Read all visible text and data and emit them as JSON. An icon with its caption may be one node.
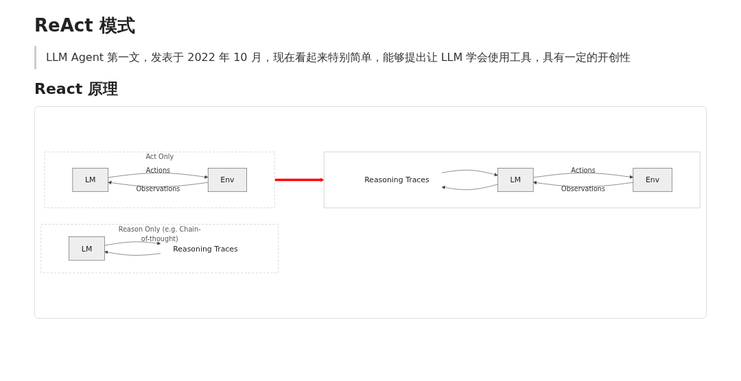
{
  "diagram": {
    "title": "ReAct 模式",
    "nodes": [
      {
        "text": [
          "Reason Only (e.g. Chain-of-thought)"
        ]
      },
      {
        "text": [
          "LM"
        ],
        "in": 0
      },
      {
        "text": [
          "Reasoning Traces"
        ],
        "in": 0
      },
      {
        "text": [
          "Act Only"
        ]
      },
      {
        "text": [
          "LM"
        ],
        "in": 3
      },
      {
        "text": [
          "Env"
        ],
        "in": 3
      },
      {
        "text": [],
        "shape": "box"
      },
      {
        "text": [
          "Reasoning Traces"
        ],
        "in": 6
      },
      {
        "text": [
          "LM"
        ],
        "in": 6
      },
      {
        "text": [
          "Env"
        ],
        "in": 6
      }
    ],
    "edges": [
      {
        "from": 1,
        "to": 2,
        "arrow": "to"
      },
      {
        "from": 2,
        "to": 1,
        "arrow": "to"
      },
      {
        "from": 4,
        "to": 5,
        "arrow": "to",
        "label": "Actions"
      },
      {
        "from": 5,
        "to": 4,
        "arrow": "to",
        "label": "Observations"
      },
      {
        "from": 3,
        "to": 6,
        "arrow": "to",
        "style": "thick",
        "color": "#ff0000"
      },
      {
        "from": 7,
        "to": 8,
        "arrow": "to"
      },
      {
        "from": 8,
        "to": 7,
        "arrow": "to"
      },
      {
        "from": 8,
        "to": 9,
        "arrow": "to",
        "label": "Actions"
      },
      {
        "from": 9,
        "to": 8,
        "arrow": "to",
        "label": "Observations"
      }
    ],
    "labels": [
      "LLM Agent 第一文，发表于 2022 年 10 月，现在看起来特别简单，能够提出让 LLM 学会使用工具，具有一定的开创性",
      "React 原理"
    ]
  }
}
